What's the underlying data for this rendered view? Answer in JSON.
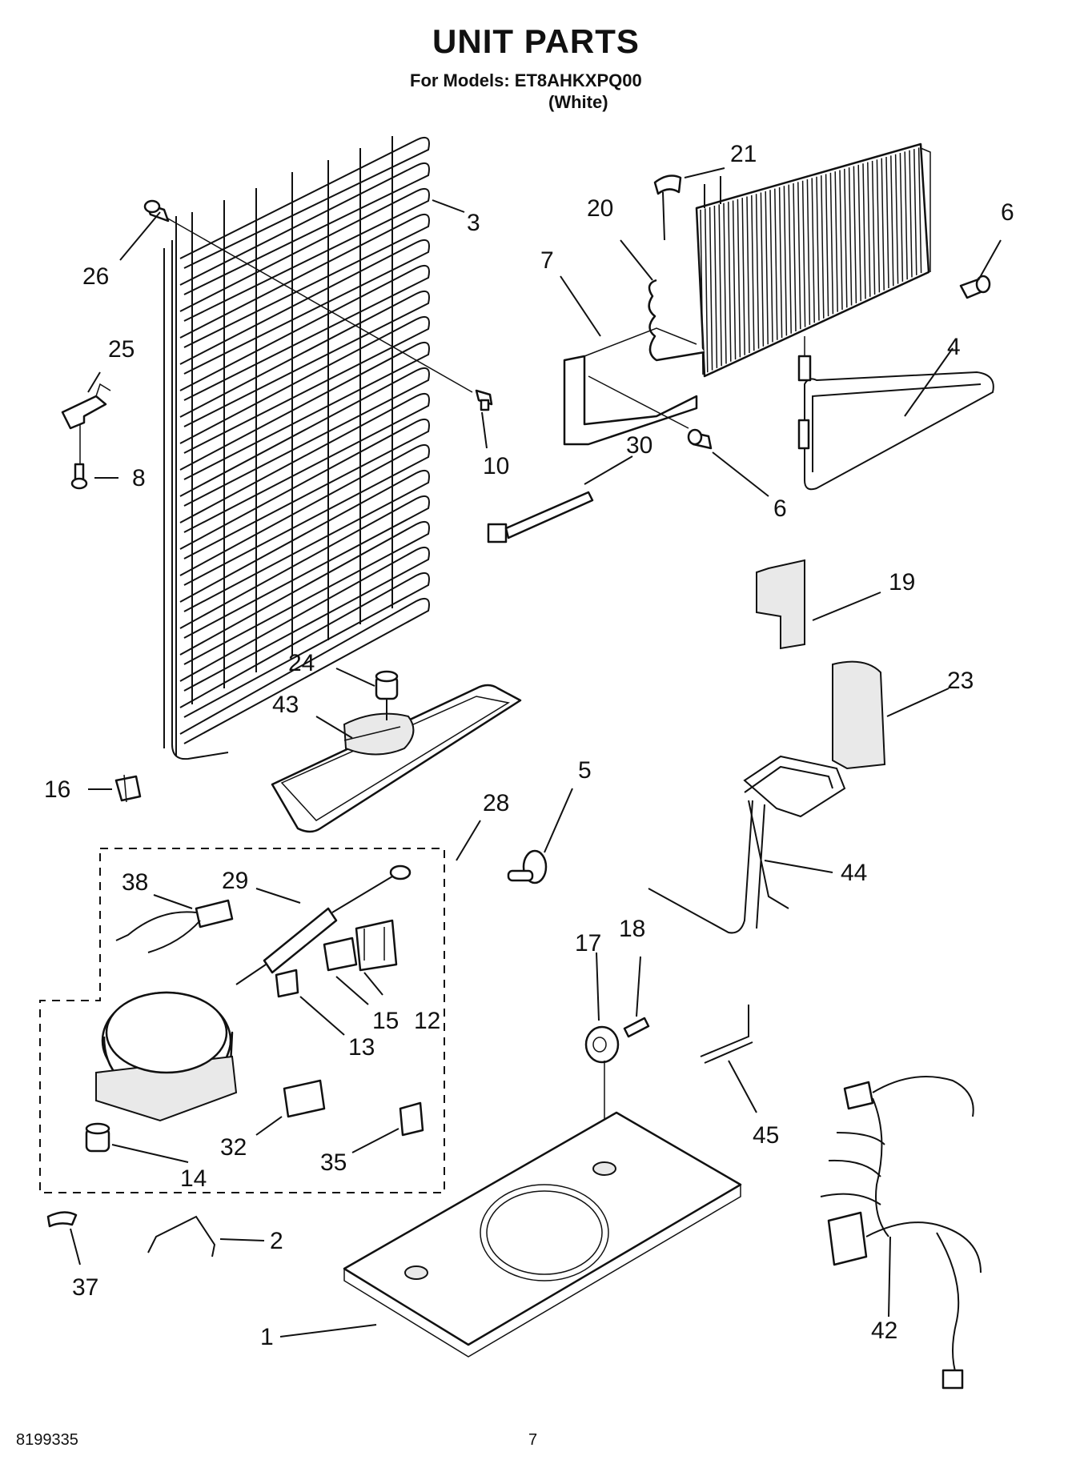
{
  "header": {
    "title": "UNIT PARTS",
    "subtitle": "For Models: ET8AHKXPQ00",
    "variant": "(White)"
  },
  "footer": {
    "doc_number": "8199335",
    "page_number": "7"
  },
  "callouts": {
    "c1": "1",
    "c2": "2",
    "c3": "3",
    "c4": "4",
    "c5": "5",
    "c6a": "6",
    "c6b": "6",
    "c7": "7",
    "c8": "8",
    "c10": "10",
    "c12": "12",
    "c13": "13",
    "c14": "14",
    "c15": "15",
    "c16": "16",
    "c17": "17",
    "c18": "18",
    "c19": "19",
    "c20": "20",
    "c21": "21",
    "c23": "23",
    "c24": "24",
    "c25": "25",
    "c26": "26",
    "c28": "28",
    "c29": "29",
    "c30": "30",
    "c32": "32",
    "c35": "35",
    "c37": "37",
    "c38": "38",
    "c42": "42",
    "c43": "43",
    "c44": "44",
    "c45": "45"
  }
}
